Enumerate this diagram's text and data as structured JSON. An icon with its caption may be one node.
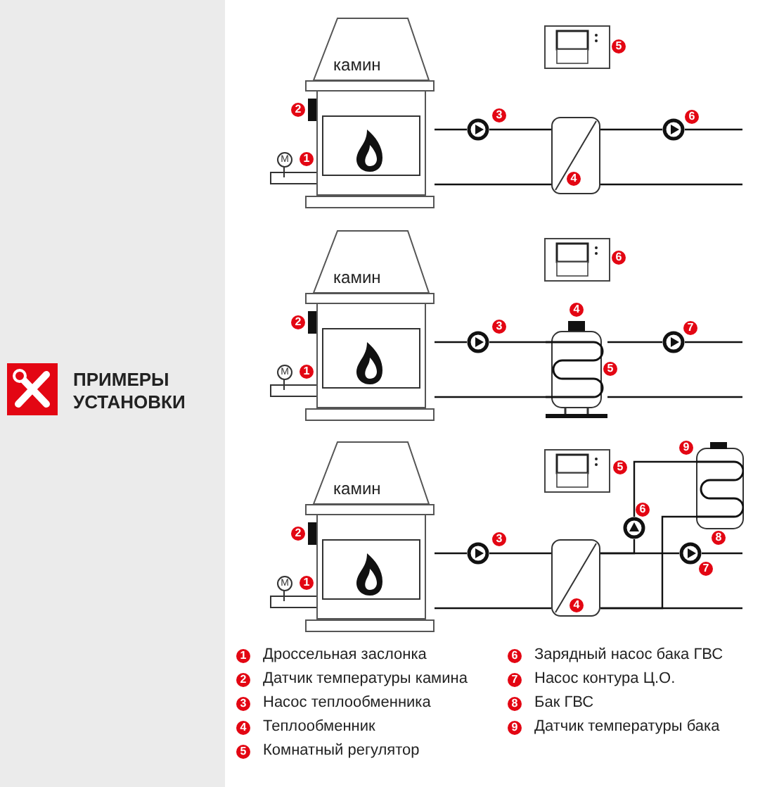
{
  "diagram": {
    "title": "ПРИМЕРЫ УСТАНОВКИ",
    "nodes": [
      {
        "text": [
          "камин"
        ]
      },
      {
        "text": [],
        "shape": "circle"
      },
      {
        "text": [],
        "shape": "box"
      },
      {
        "text": [],
        "shape": "circle"
      },
      {
        "text": [
          "камин"
        ]
      },
      {
        "text": [],
        "shape": "circle"
      },
      {
        "text": [],
        "shape": "cylinder"
      },
      {
        "text": [],
        "shape": "circle"
      },
      {
        "text": [
          "камин"
        ]
      },
      {
        "text": [],
        "shape": "circle"
      },
      {
        "text": [],
        "shape": "box"
      },
      {
        "text": [],
        "shape": "circle"
      },
      {
        "text": [],
        "shape": "cylinder"
      },
      {
        "text": [],
        "shape": "circle"
      }
    ],
    "edges": [
      {
        "from": 0,
        "to": 1,
        "arrow": "none"
      },
      {
        "from": 1,
        "to": 2,
        "arrow": "none"
      },
      {
        "from": 2,
        "to": 3,
        "arrow": "none"
      },
      {
        "from": 3,
        "to": null,
        "arrow": "none"
      },
      {
        "from": 0,
        "to": 2,
        "arrow": "none"
      },
      {
        "from": 2,
        "to": null,
        "arrow": "none"
      },
      {
        "from": 4,
        "to": 5,
        "arrow": "none"
      },
      {
        "from": 5,
        "to": 6,
        "arrow": "none"
      },
      {
        "from": 6,
        "to": 7,
        "arrow": "none"
      },
      {
        "from": 7,
        "to": null,
        "arrow": "none"
      },
      {
        "from": 4,
        "to": 6,
        "arrow": "none"
      },
      {
        "from": 6,
        "to": null,
        "arrow": "none"
      },
      {
        "from": 8,
        "to": 9,
        "arrow": "none"
      },
      {
        "from": 9,
        "to": 10,
        "arrow": "none"
      },
      {
        "from": 10,
        "to": 13,
        "arrow": "none"
      },
      {
        "from": 13,
        "to": null,
        "arrow": "none"
      },
      {
        "from": 10,
        "to": 11,
        "arrow": "none"
      },
      {
        "from": 11,
        "to": 12,
        "arrow": "none"
      },
      {
        "from": 8,
        "to": 10,
        "arrow": "none"
      },
      {
        "from": 10,
        "to": null,
        "arrow": "none"
      },
      {
        "from": 12,
        "to": 10,
        "arrow": "none"
      }
    ],
    "labels": [
      "5",
      "2",
      "3",
      "6",
      "M",
      "1",
      "4",
      "6",
      "4",
      "2",
      "3",
      "7",
      "M",
      "1",
      "5",
      "9",
      "5",
      "6",
      "2",
      "3",
      "8",
      "7",
      "M",
      "1",
      "4",
      "1",
      "Дроссельная заслонка",
      "6",
      "Зарядный насос бака ГВС",
      "2",
      "Датчик температуры камина",
      "7",
      "Насос контура Ц.О.",
      "3",
      "Насос теплообменника",
      "8",
      "Бак ГВС",
      "4",
      "Теплообменник",
      "9",
      "Датчик температуры бака",
      "5",
      "Комнатный регулятор"
    ]
  }
}
